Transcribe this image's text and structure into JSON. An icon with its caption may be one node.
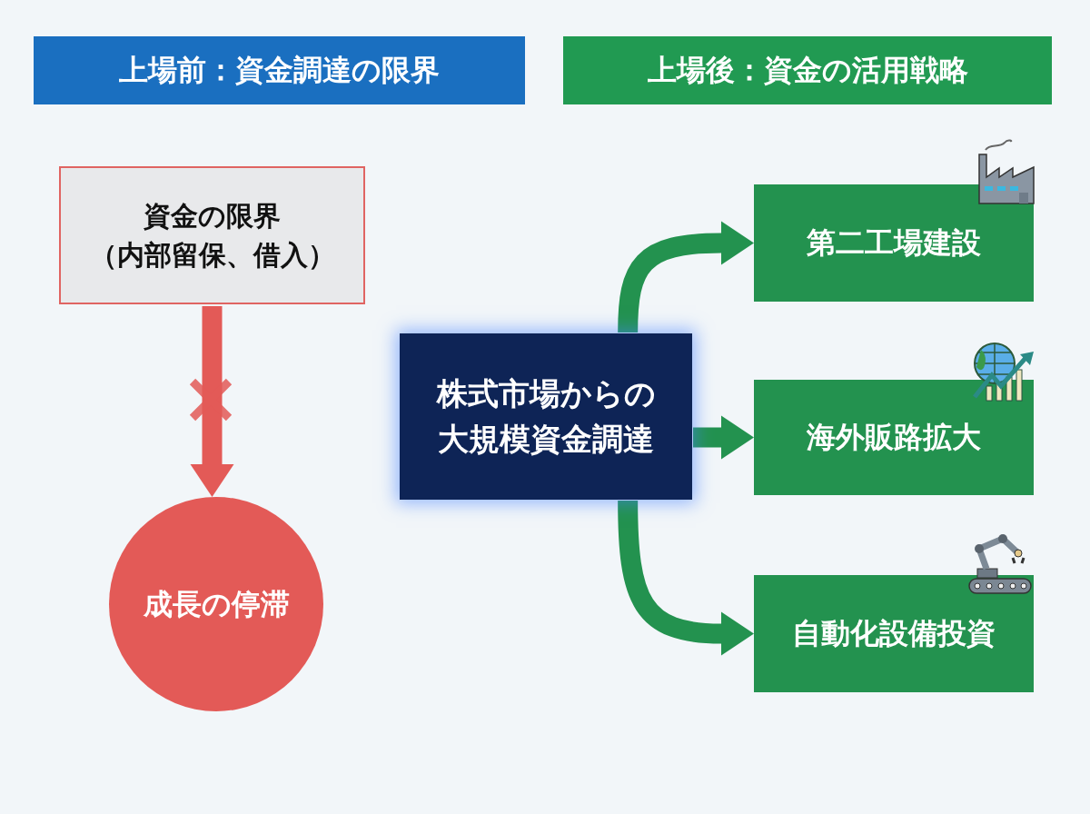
{
  "diagram": {
    "nodes": [
      {
        "text": [
          "上場前：資金調達の限界"
        ]
      },
      {
        "text": [
          "上場後：資金の活用戦略"
        ]
      },
      {
        "text": [
          "資金の限界",
          "（内部留保、借入）"
        ]
      },
      {
        "text": [
          "成長の停滞"
        ]
      },
      {
        "text": [
          "株式市場からの大規模資金調達"
        ]
      },
      {
        "text": [
          "第二工場建設"
        ]
      },
      {
        "text": [
          "海外販路拡大"
        ]
      },
      {
        "text": [
          "自動化設備投資"
        ]
      }
    ],
    "edges": [
      {
        "from": 2,
        "to": 3,
        "arrow": "to",
        "color": "#e35a57"
      },
      {
        "from": 4,
        "to": 5,
        "arrow": "to"
      },
      {
        "from": 4,
        "to": 6,
        "arrow": "to"
      },
      {
        "from": 4,
        "to": 7,
        "arrow": "to"
      }
    ]
  }
}
